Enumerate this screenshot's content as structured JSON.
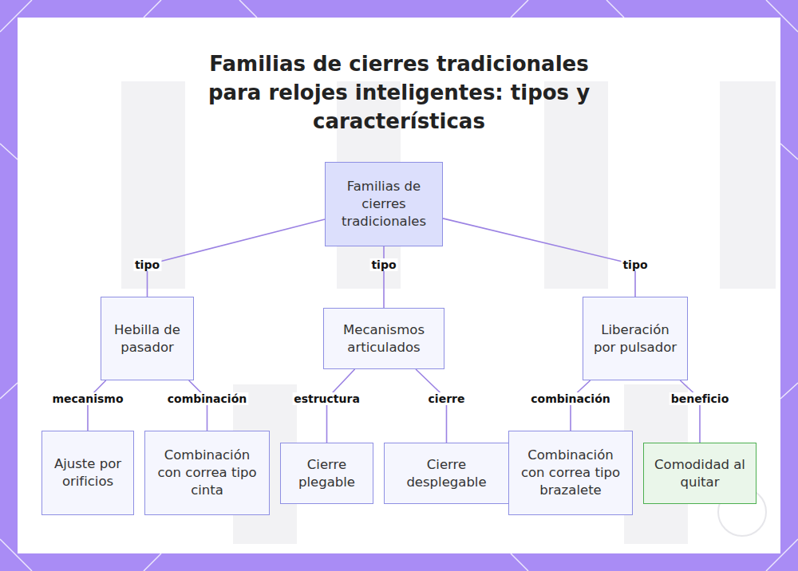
{
  "diagram": {
    "title": "Familias de cierres tradicionales para relojes inteligentes: tipos y características",
    "nodes": [
      {
        "text": [
          "Familias de cierres tradicionales"
        ]
      },
      {
        "text": [
          "Hebilla de pasador"
        ]
      },
      {
        "text": [
          "Mecanismos articulados"
        ]
      },
      {
        "text": [
          "Liberación por pulsador"
        ]
      },
      {
        "text": [
          "Ajuste por orificios"
        ]
      },
      {
        "text": [
          "Combinación con correa tipo cinta"
        ]
      },
      {
        "text": [
          "Cierre plegable"
        ]
      },
      {
        "text": [
          "Cierre desplegable"
        ]
      },
      {
        "text": [
          "Combinación con correa tipo brazalete"
        ]
      },
      {
        "text": [
          "Comodidad al quitar"
        ]
      }
    ],
    "edges": [
      {
        "from": 0,
        "to": 1,
        "label": "tipo",
        "arrow": "none"
      },
      {
        "from": 0,
        "to": 2,
        "label": "tipo",
        "arrow": "none"
      },
      {
        "from": 0,
        "to": 3,
        "label": "tipo",
        "arrow": "none"
      },
      {
        "from": 1,
        "to": 4,
        "label": "mecanismo",
        "arrow": "none"
      },
      {
        "from": 1,
        "to": 5,
        "label": "combinación",
        "arrow": "none"
      },
      {
        "from": 2,
        "to": 6,
        "label": "estructura",
        "arrow": "none"
      },
      {
        "from": 2,
        "to": 7,
        "label": "cierre",
        "arrow": "none"
      },
      {
        "from": 3,
        "to": 8,
        "label": "combinación",
        "arrow": "none"
      },
      {
        "from": 3,
        "to": 9,
        "label": "beneficio",
        "arrow": "none"
      }
    ]
  }
}
